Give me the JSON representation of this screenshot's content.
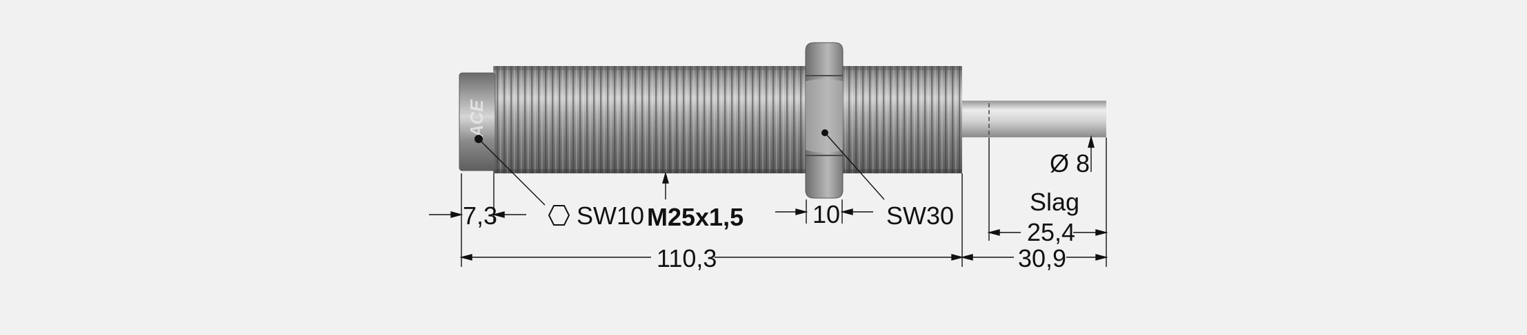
{
  "drawing": {
    "logo_text": "ACE",
    "dimensions": {
      "cap_length": "7,3",
      "cap_wrench": "SW10",
      "thread": "M25x1,5",
      "nut_width": "10",
      "nut_wrench": "SW30",
      "body_length": "110,3",
      "stroke_label": "Slag",
      "stroke_value": "25,4",
      "rod_length": "30,9",
      "rod_diameter": "Ø 8"
    },
    "colors": {
      "background": "#f0f1f0",
      "body_metal": "#8a8a8a",
      "rod_metal": "#cfcfcf",
      "line": "#111111"
    }
  }
}
